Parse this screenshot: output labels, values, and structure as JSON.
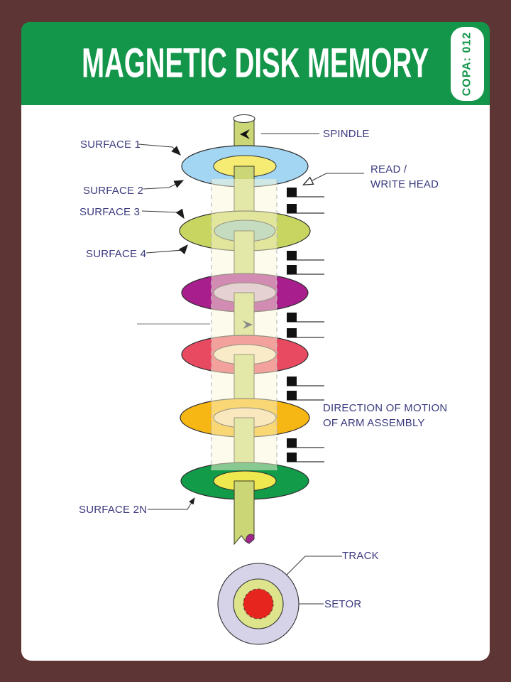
{
  "header": {
    "title": "MAGNETIC DISK MEMORY",
    "badge": "COPA: 012"
  },
  "colors": {
    "frame_brown": "#5D3534",
    "header_green": "#13964A",
    "label_text": "#3B3A7E",
    "band_fill": "rgba(252,247,216,0.5)",
    "spindle_fill": "#CBD677",
    "spindle_end_fill": "#A2258E"
  },
  "labels": {
    "spindle": "SPINDLE",
    "surface_1": "SURFACE 1",
    "surface_2": "SURFACE 2",
    "surface_3": "SURFACE 3",
    "surface_4": "SURFACE 4",
    "surface_2n": "SURFACE 2N",
    "read_write_head": "READ / WRITE HEAD",
    "direction_of_motion": "DIRECTION OF MOTION OF ARM ASSEMBLY",
    "track": "TRACK",
    "sector": "SETOR"
  },
  "diagram": {
    "disks": [
      {
        "name": "platter-1",
        "surface_color": "#A3D6F2",
        "hub_color": "#F6EC74"
      },
      {
        "name": "platter-2",
        "surface_color": "#C8D561",
        "hub_color": "#8FC0AA"
      },
      {
        "name": "platter-3",
        "surface_color": "#A81E8C",
        "hub_color": "#CFABCA"
      },
      {
        "name": "platter-4",
        "surface_color": "#E84A62",
        "hub_color": "#F7DCB9"
      },
      {
        "name": "platter-5",
        "surface_color": "#F6B613",
        "hub_color": "#F7D6A4"
      },
      {
        "name": "platter-6",
        "surface_color": "#129B49",
        "hub_color": "#F0E84F"
      }
    ],
    "read_write_head_count": 10,
    "cross_section": {
      "outer_color": "#D6D2E8",
      "track_ring_color": "#DDE48C",
      "sector_color": "#E6251F"
    }
  }
}
